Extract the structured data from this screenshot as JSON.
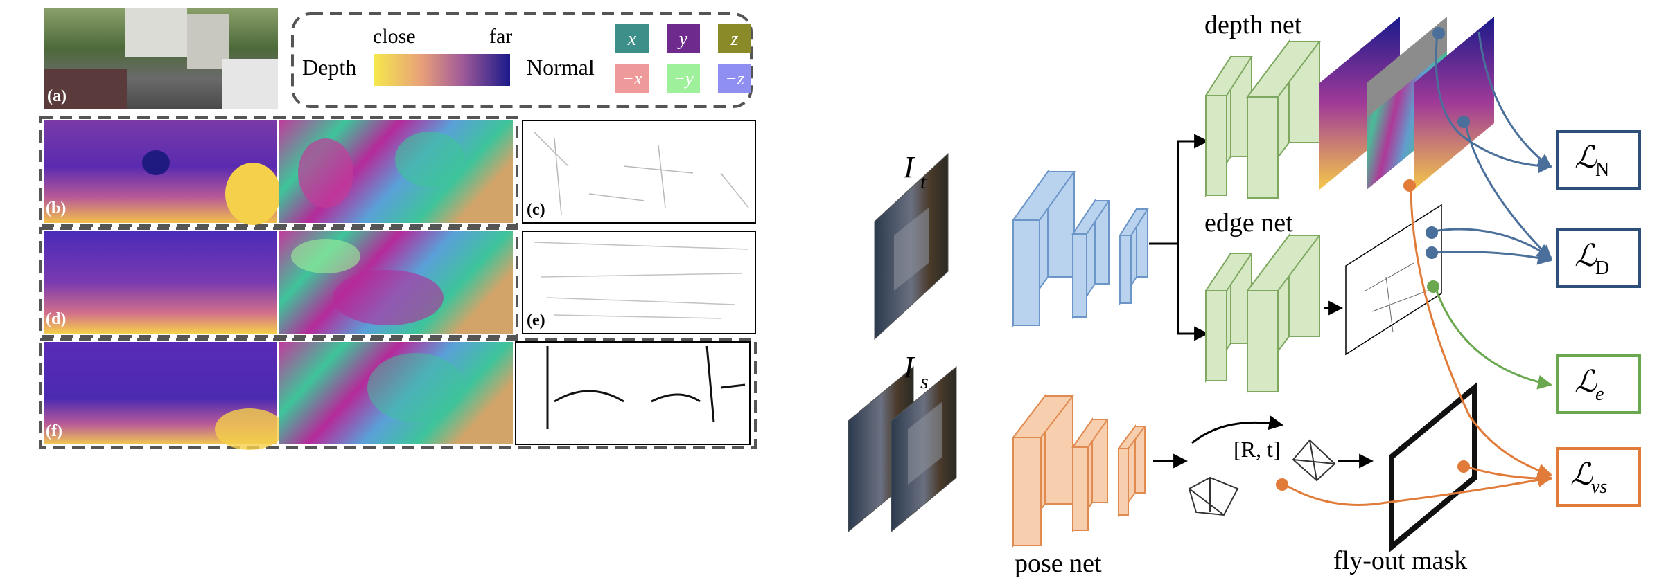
{
  "panel_labels": {
    "a": "(a)",
    "b": "(b)",
    "c": "(c)",
    "d": "(d)",
    "e": "(e)",
    "f": "(f)"
  },
  "legend": {
    "depth_label": "Depth",
    "close_label": "close",
    "far_label": "far",
    "normal_label": "Normal",
    "normal_boxes": [
      {
        "text": "x",
        "color": "#3d8f8a"
      },
      {
        "text": "y",
        "color": "#6e2a8c"
      },
      {
        "text": "z",
        "color": "#8a8a28"
      },
      {
        "text": "−x",
        "color": "#ee9a9a"
      },
      {
        "text": "−y",
        "color": "#9ef09a"
      },
      {
        "text": "−z",
        "color": "#8f8ff2"
      }
    ],
    "depth_gradient": [
      "#f5e74c",
      "#e8a07a",
      "#a05a98",
      "#1a1a8a"
    ]
  },
  "network": {
    "input_t": "I",
    "input_t_sub": "t",
    "input_s": "I",
    "input_s_sub": "s",
    "depth_net": "depth net",
    "edge_net": "edge net",
    "pose_net": "pose net",
    "pose_output": "[R, t]",
    "flyout_mask": "fly-out mask"
  },
  "losses": [
    {
      "symbol": "ℒ",
      "sub": "N",
      "color": "#2e4f7a"
    },
    {
      "symbol": "ℒ",
      "sub": "D",
      "color": "#2e4f7a"
    },
    {
      "symbol": "ℒ",
      "sub": "e",
      "color": "#6aa84f"
    },
    {
      "symbol": "ℒ",
      "sub": "vs",
      "color": "#e07b39"
    }
  ],
  "colors": {
    "encoder": "#b9d2ee",
    "encoder_stroke": "#6c95c8",
    "decoder": "#d6e8c4",
    "decoder_stroke": "#7ea860",
    "pose": "#f8cfae",
    "pose_stroke": "#e08a4f",
    "blue_line": "#4a6f9a",
    "green_line": "#6aa84f",
    "orange_line": "#e07b39"
  }
}
